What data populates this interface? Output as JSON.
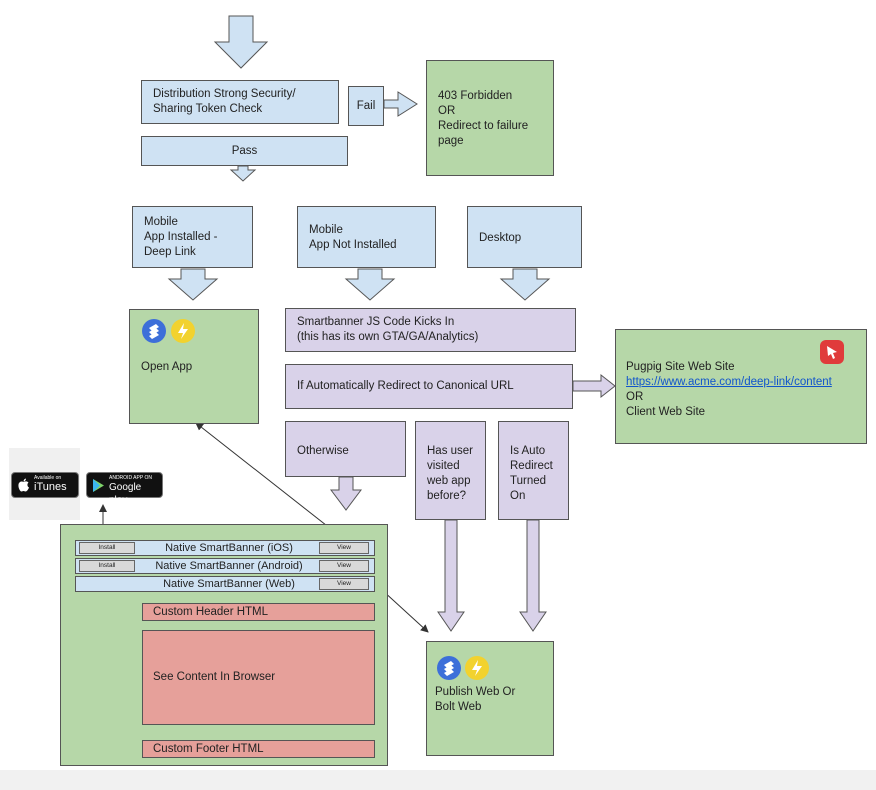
{
  "boxes": {
    "security_check": "Distribution Strong Security/\nSharing Token Check",
    "fail": "Fail",
    "forbidden": "403 Forbidden\nOR\nRedirect to failure\npage",
    "pass": "Pass",
    "mobile_installed": "Mobile\nApp Installed -\nDeep Link",
    "mobile_not_installed": "Mobile\nApp Not Installed",
    "desktop": "Desktop",
    "open_app": "Open App",
    "smartbanner_js": "Smartbanner JS Code Kicks In\n(this has its own GTA/GA/Analytics)",
    "auto_redirect": "If Automatically Redirect to Canonical URL",
    "otherwise": "Otherwise",
    "visited": "Has user\nvisited\nweb app\nbefore?",
    "auto_redirect_on": "Is Auto\nRedirect\nTurned\nOn",
    "site_title": "Pugpig Site Web Site",
    "site_link": "https://www.acme.com/deep-link/content",
    "site_or": "OR",
    "site_client": "Client Web Site",
    "custom_header": "Custom Header HTML",
    "content": "See Content In Browser",
    "custom_footer": "Custom Footer HTML",
    "publish_web": "Publish Web Or\nBolt Web"
  },
  "banners": {
    "ios": {
      "install": "Install",
      "label": "Native SmartBanner (iOS)",
      "view": "View"
    },
    "android": {
      "install": "Install",
      "label": "Native SmartBanner (Android)",
      "view": "View"
    },
    "web": {
      "label": "Native SmartBanner (Web)",
      "view": "View"
    }
  },
  "stores": {
    "itunes_small": "Available on",
    "itunes": "iTunes",
    "google_small": "ANDROID APP ON",
    "google": "Google play"
  },
  "colors": {
    "blue": "#cfe2f3",
    "green": "#b6d7a8",
    "purple": "#d9d2e9",
    "red": "#e6a09a"
  }
}
